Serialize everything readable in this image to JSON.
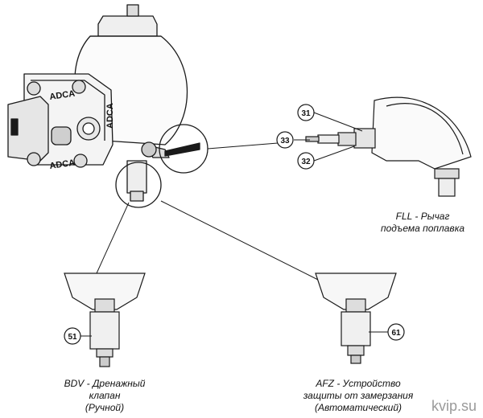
{
  "brand_mark": "ADCA",
  "callouts": {
    "c31": "31",
    "c32": "32",
    "c33": "33",
    "c51": "51",
    "c61": "61"
  },
  "captions": {
    "fll": {
      "line1": "FLL - Рычаг",
      "line2": "подъема поплавка"
    },
    "bdv": {
      "line1": "BDV - Дренажный",
      "line2": "клапан",
      "line3": "(Ручной)"
    },
    "afz": {
      "line1": "AFZ - Устройство",
      "line2": "защиты от замерзания",
      "line3": "(Автоматический)"
    }
  },
  "watermark": "kvip.su"
}
